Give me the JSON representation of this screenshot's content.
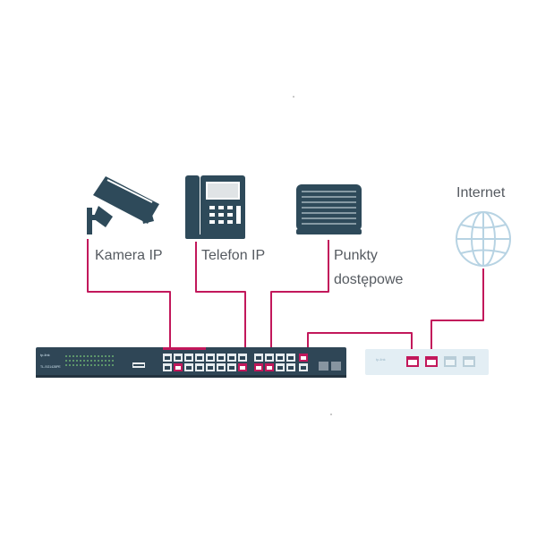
{
  "labels": {
    "camera": "Kamera IP",
    "phone": "Telefon IP",
    "ap_line1": "Punkty",
    "ap_line2": "dostępowe",
    "internet": "Internet"
  },
  "switch": {
    "brand": "tp-link",
    "model": "TL-SG1428PE"
  },
  "router": {
    "brand": "tp-link"
  },
  "colors": {
    "link": "#c2185b",
    "icon": "#2e4a5a",
    "switch_body": "#2f4656",
    "router_body": "#e3eef4",
    "globe": "#b7d3e3"
  }
}
